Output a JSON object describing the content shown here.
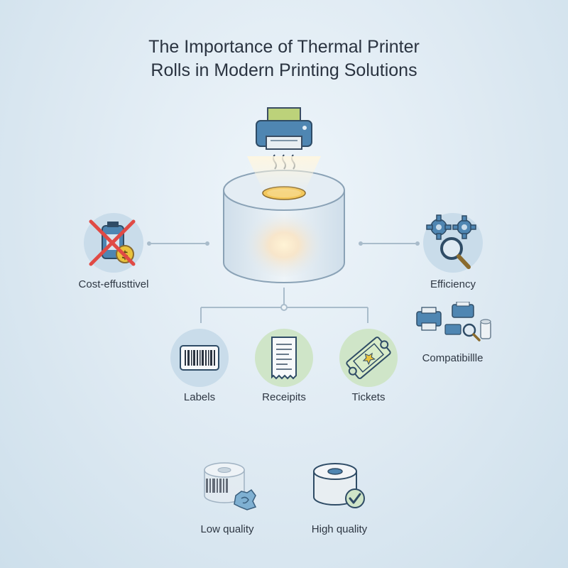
{
  "title": {
    "line1": "The Importance of Thermal Printer",
    "line2": "Rolls in Modern Printing Solutions"
  },
  "benefits": {
    "cost": "Cost-effusttivel",
    "efficiency": "Efficiency",
    "compatibility": "Compatibillle"
  },
  "uses": [
    {
      "label": "Labels",
      "icon": "barcode-icon"
    },
    {
      "label": "Receipits",
      "icon": "receipt-icon"
    },
    {
      "label": "Tickets",
      "icon": "ticket-icon"
    }
  ],
  "quality": {
    "low": "Low quality",
    "high": "High quality"
  },
  "colors": {
    "accent_blue": "#4f86b2",
    "green_circle": "#cfe5c8",
    "blue_circle": "#c9dcea",
    "red_x": "#e04a45",
    "yellow": "#e9c33c",
    "check_green": "#5b9a4a"
  }
}
